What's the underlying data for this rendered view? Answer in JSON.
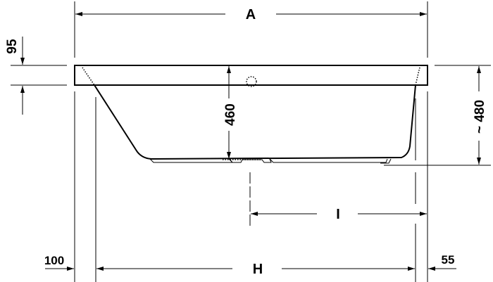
{
  "diagram": {
    "type": "bathtub-side-section-dimension-drawing",
    "dimensions": {
      "overall_length": {
        "label": "A"
      },
      "inner_length": {
        "label": "H"
      },
      "drain_to_end": {
        "label": "I"
      },
      "rim_height": {
        "label": "95"
      },
      "left_offset": {
        "label": "100"
      },
      "right_offset": {
        "label": "55"
      },
      "inner_depth": {
        "label": "460"
      },
      "total_height": {
        "label": "~ 480"
      }
    },
    "colors": {
      "line": "#000000",
      "background": "#ffffff"
    }
  }
}
